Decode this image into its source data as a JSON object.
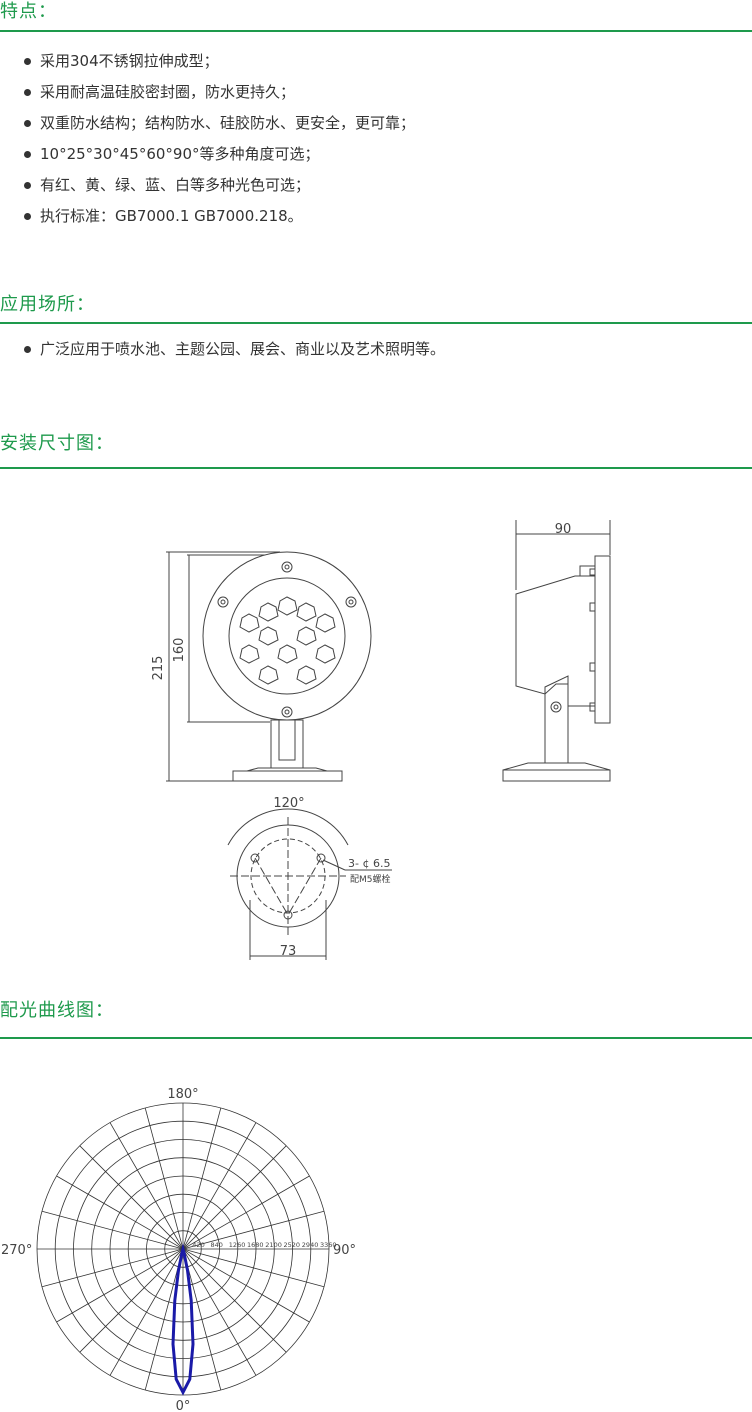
{
  "features": {
    "title": "特点：",
    "items": [
      "采用304不锈钢拉伸成型；",
      "采用耐高温硅胶密封圈，防水更持久；",
      "双重防水结构；结构防水、硅胶防水、更安全，更可靠；",
      "10°25°30°45°60°90°等多种角度可选；",
      "有红、黄、绿、蓝、白等多种光色可选；",
      "执行标准：GB7000.1  GB7000.218。"
    ]
  },
  "applications": {
    "title": "应用场所：",
    "items": [
      "广泛应用于喷水池、主题公园、展会、商业以及艺术照明等。"
    ]
  },
  "dimensions": {
    "title": "安装尺寸图：",
    "front_height": "215",
    "front_diameter": "160",
    "side_width": "90",
    "base_angle": "120°",
    "hole_spec": "3- ¢ 6.5",
    "bolt_spec": "配M5螺栓",
    "base_width": "73"
  },
  "photometric": {
    "title": "配光曲线图：",
    "angle_top": "180°",
    "angle_left": "270°",
    "angle_right": "90°",
    "angle_bottom": "0°",
    "scale_labels": [
      "420",
      "840",
      "1260",
      "1680",
      "2100",
      "2520",
      "2940",
      "3360"
    ]
  },
  "chart_data": {
    "type": "polar",
    "radial_scale": [
      420,
      840,
      1260,
      1680,
      2100,
      2520,
      2940,
      3360
    ],
    "angles_deg": [
      0,
      3,
      6,
      9,
      12,
      15
    ],
    "intensity": [
      3300,
      3000,
      2200,
      1200,
      500,
      100
    ],
    "line_color": "#1a1aa8"
  }
}
